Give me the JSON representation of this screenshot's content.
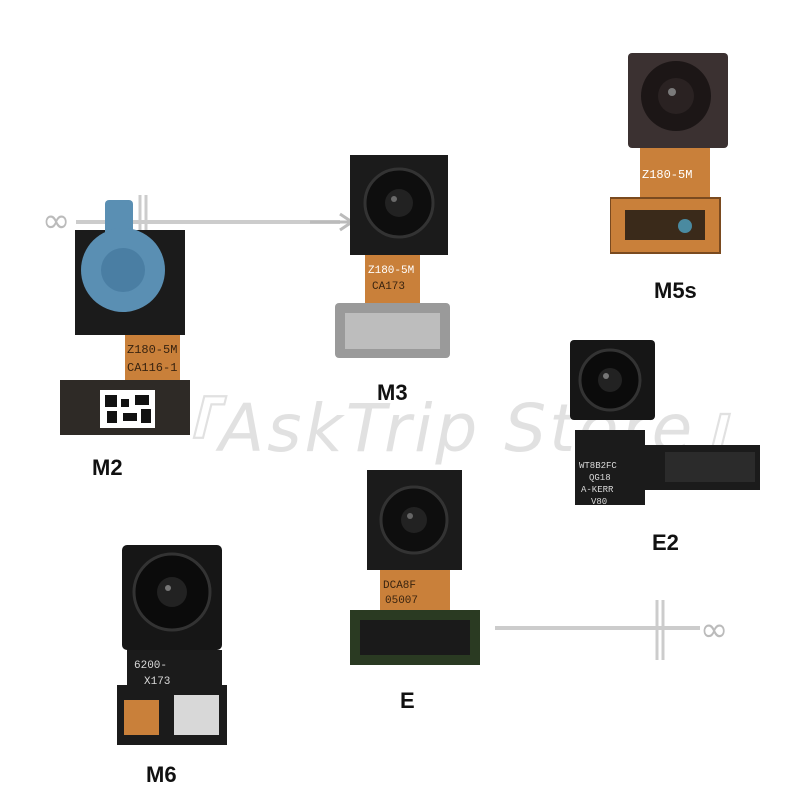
{
  "watermark": "『AskTrip Store』",
  "modules": {
    "m2": {
      "label": "M2",
      "pcb_text_1": "Z180-5M",
      "pcb_text_2": "CA116-1"
    },
    "m3": {
      "label": "M3",
      "pcb_text_1": "Z180-5M",
      "pcb_text_2": "CA173"
    },
    "m5s": {
      "label": "M5s",
      "pcb_text_1": "Z180-5M"
    },
    "e2": {
      "label": "E2",
      "pcb_text_1": "WT8B2FC",
      "pcb_text_2": "QG18",
      "pcb_text_3": "A-KERR",
      "pcb_text_4": "V80"
    },
    "e": {
      "label": "E",
      "pcb_text_1": "DCA8F",
      "pcb_text_2": "05007"
    },
    "m6": {
      "label": "M6",
      "pcb_text_1": "6200-",
      "pcb_text_2": "X173"
    }
  },
  "colors": {
    "flex": "#c9803a",
    "flex_dark": "#8a5524",
    "module_body": "#1b1b1b",
    "lens_cover": "#5a8fb3"
  }
}
